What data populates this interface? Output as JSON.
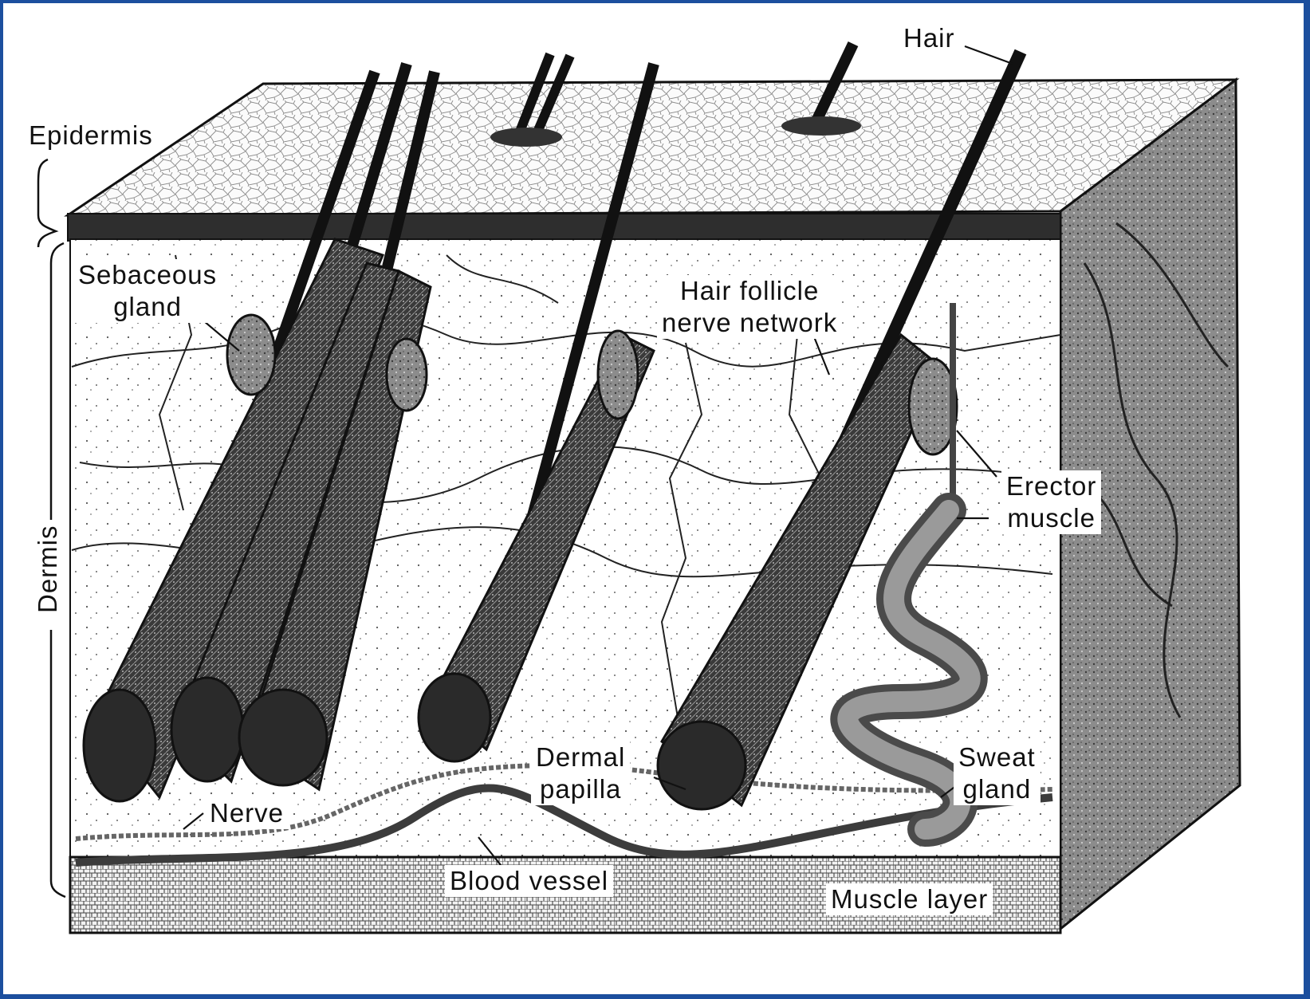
{
  "labels": {
    "hair": "Hair",
    "epidermis": "Epidermis",
    "dermis": "Dermis",
    "sebaceous_gland": "Sebaceous\ngland",
    "hair_follicle_nerve_network": "Hair follicle\nnerve network",
    "erector_muscle": "Erector\nmuscle",
    "sweat_gland": "Sweat\ngland",
    "dermal_papilla": "Dermal\npapilla",
    "nerve": "Nerve",
    "blood_vessel": "Blood vessel",
    "muscle_layer": "Muscle layer"
  },
  "colors": {
    "border": "#1c4f9e",
    "ink": "#111111",
    "tissue_dark": "#2a2a2a",
    "tissue_mid": "#6f6f6f",
    "tissue_light": "#bdbdbd",
    "paper": "#ffffff"
  }
}
